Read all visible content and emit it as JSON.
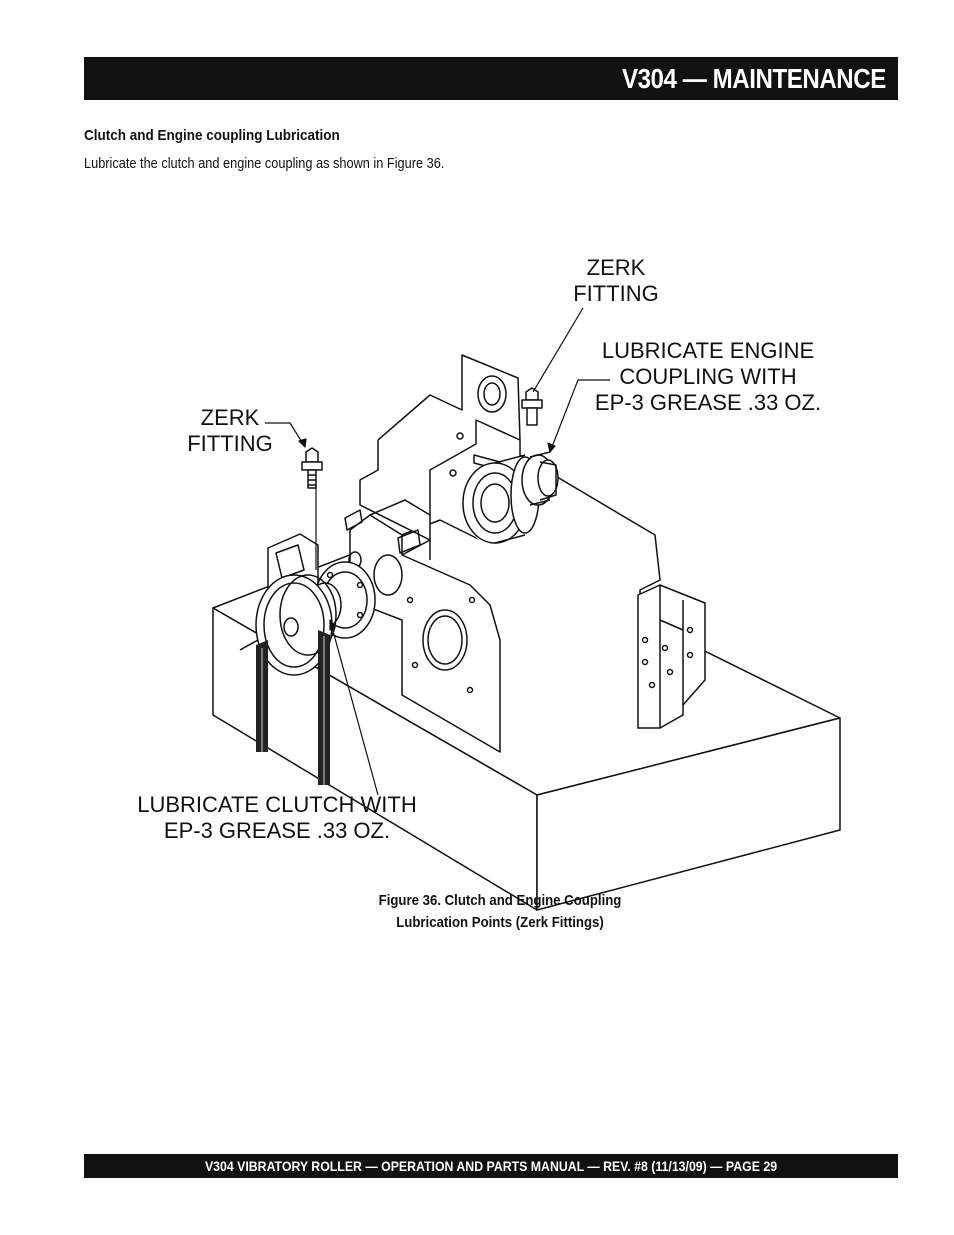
{
  "header": {
    "title": "V304 — MAINTENANCE"
  },
  "section": {
    "heading": "Clutch and Engine coupling Lubrication",
    "body": "Lubricate the clutch and engine coupling as shown in Figure 36."
  },
  "figure": {
    "callouts": {
      "zerk_top": [
        "ZERK",
        "FITTING"
      ],
      "engine_coupling": [
        "LUBRICATE ENGINE",
        "COUPLING WITH",
        "EP-3 GREASE .33 OZ."
      ],
      "zerk_left": [
        "ZERK",
        "FITTING"
      ],
      "clutch": [
        "LUBRICATE CLUTCH WITH",
        "EP-3 GREASE .33 OZ."
      ]
    },
    "caption": [
      "Figure 36. Clutch and Engine Coupling",
      "Lubrication Points (Zerk Fittings)"
    ]
  },
  "footer": {
    "text": "V304  VIBRATORY ROLLER —  OPERATION AND PARTS MANUAL — REV. #8 (11/13/09) — PAGE 29"
  }
}
